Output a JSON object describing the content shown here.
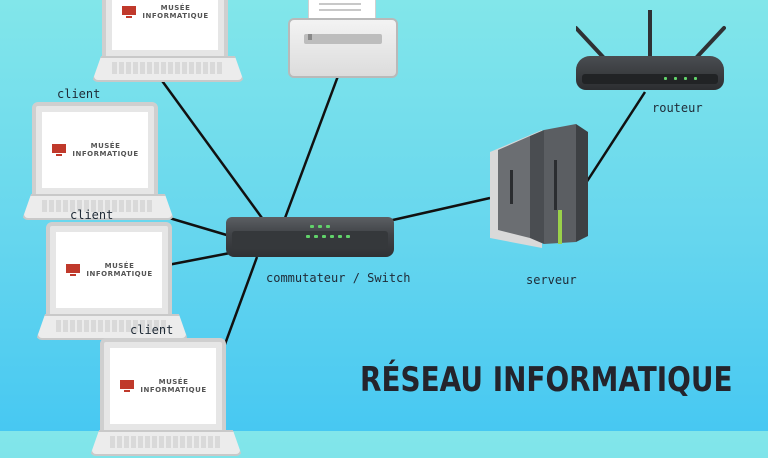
{
  "title": "RÉSEAU INFORMATIQUE",
  "logo": {
    "line1": "MUSÉE",
    "line2": "INFORMATIQUE"
  },
  "labels": {
    "client": "client",
    "switch": "commutateur / Switch",
    "server": "serveur",
    "router": "routeur"
  },
  "colors": {
    "background_top": "#82e6ea",
    "background_bottom": "#47c8f2",
    "logo_red": "#c0392b",
    "led_green": "#61d36a",
    "server_accent": "#9ad14a"
  },
  "icons": [
    "laptop",
    "printer",
    "switch",
    "server",
    "router"
  ]
}
